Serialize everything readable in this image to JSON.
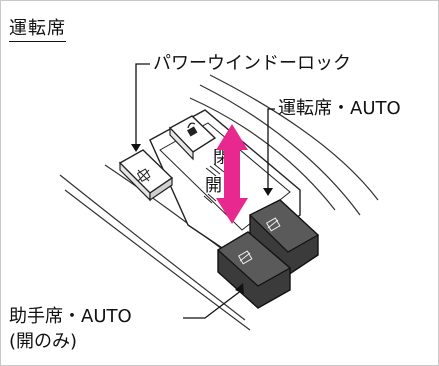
{
  "section_title": "運転席",
  "callouts": {
    "window_lock": "パワーウインドーロック",
    "driver_auto": "運転席・AUTO",
    "passenger_auto": "助手席・AUTO",
    "passenger_note": "(開のみ)"
  },
  "switch_labels": {
    "close": "閉",
    "open": "開"
  },
  "colors": {
    "arrow": "#e8288f",
    "switch_dark": "#3b3b3b",
    "outline": "#222222"
  },
  "icons": [
    "window-lock-icon",
    "window-symbol-icon",
    "double-arrow-icon"
  ]
}
